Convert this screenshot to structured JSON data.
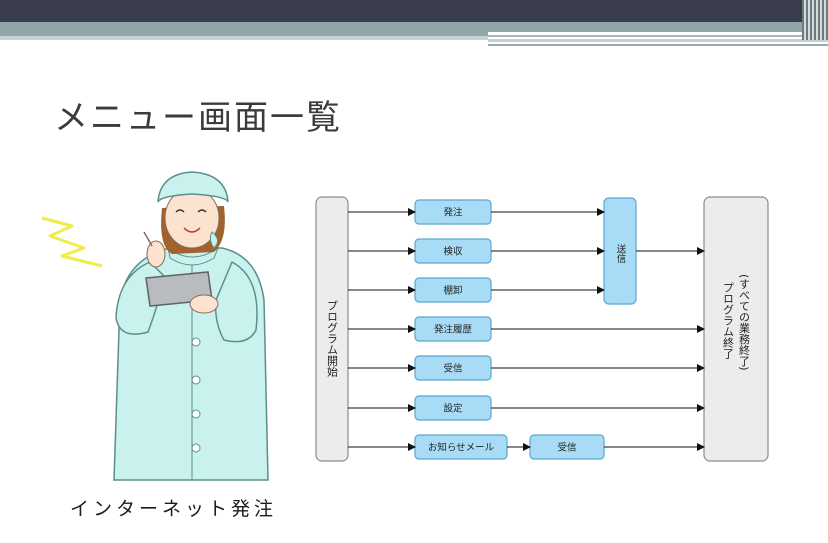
{
  "slide": {
    "title": "メニュー画面一覧",
    "caption": "インターネット発注"
  },
  "colors": {
    "node_fill": "#a8dcf6",
    "node_stroke": "#5aa6d2",
    "side_fill": "#ececec",
    "side_stroke": "#8c8c8c",
    "arrow": "#111111",
    "coat": "#c9f1ee",
    "coat_stroke": "#5a8f8c",
    "spark": "#f1ec4a"
  },
  "diagram": {
    "start_label": "プログラム開始",
    "end_label": "(すべての業務終了)\nプログラム終了",
    "send_label": "送信",
    "menu_items": [
      {
        "label": "発注",
        "to": "send"
      },
      {
        "label": "検収",
        "to": "send"
      },
      {
        "label": "棚卸",
        "to": "send"
      },
      {
        "label": "発注履歴",
        "to": "end"
      },
      {
        "label": "受信",
        "to": "end"
      },
      {
        "label": "設定",
        "to": "end"
      },
      {
        "label": "お知らせメール",
        "to": "sub"
      }
    ],
    "sub_label": "受信"
  }
}
